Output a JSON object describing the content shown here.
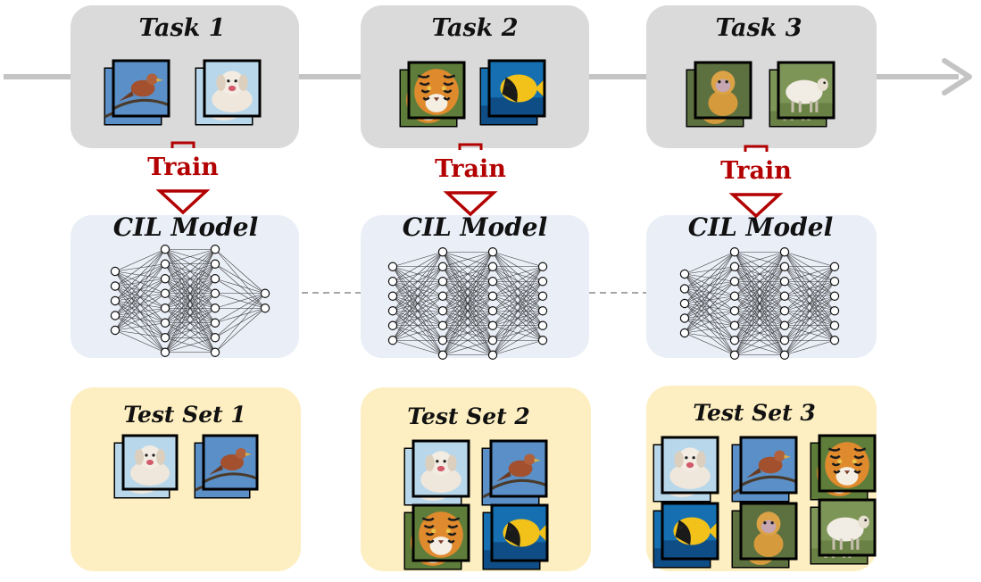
{
  "colors": {
    "timeline": "#c4c4c4",
    "task_box": "#dadada",
    "model_box": "#e9eef7",
    "test_box": "#fdefc2",
    "train": "#b30000",
    "dashed": "#a6a6a6"
  },
  "columns": [
    {
      "task": {
        "title": "Task 1",
        "icons": [
          "bird-icon",
          "dog-icon"
        ]
      },
      "train_label": "Train",
      "model": {
        "title": "CIL Model",
        "layers": [
          5,
          8,
          8,
          2
        ]
      },
      "test": {
        "title": "Test Set 1",
        "icons": [
          "dog-icon",
          "bird-icon"
        ]
      }
    },
    {
      "task": {
        "title": "Task 2",
        "icons": [
          "tiger-icon",
          "fish-icon"
        ]
      },
      "train_label": "Train",
      "model": {
        "title": "CIL Model",
        "layers": [
          6,
          8,
          8,
          6
        ]
      },
      "test": {
        "title": "Test Set 2",
        "icons": [
          "dog-icon",
          "bird-icon",
          "tiger-icon",
          "fish-icon"
        ]
      }
    },
    {
      "task": {
        "title": "Task 3",
        "icons": [
          "monkey-icon",
          "sheep-icon"
        ]
      },
      "train_label": "Train",
      "model": {
        "title": "CIL Model",
        "layers": [
          5,
          8,
          8,
          6
        ]
      },
      "test": {
        "title": "Test Set 3",
        "icons": [
          "dog-icon",
          "bird-icon",
          "tiger-icon",
          "fish-icon",
          "monkey-icon",
          "sheep-icon"
        ]
      }
    }
  ]
}
